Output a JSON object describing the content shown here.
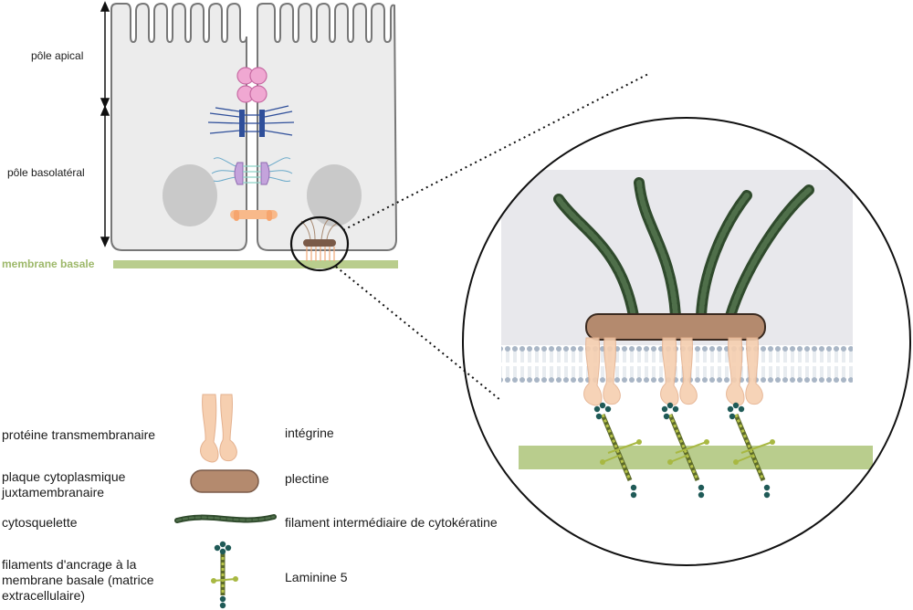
{
  "labels": {
    "apical": "pôle apical",
    "basolateral": "pôle basolatéral",
    "basal_membrane": "membrane basale"
  },
  "legend": [
    {
      "left": "protéine transmembranaire",
      "right": "intégrine",
      "icon": "integrin-icon"
    },
    {
      "left": "plaque cytoplasmique juxtamembranaire",
      "right": "plectine",
      "icon": "plectin-icon"
    },
    {
      "left": "cytosquelette",
      "right": "filament intermédiaire de cytokératine",
      "icon": "keratin-filament-icon"
    },
    {
      "left": "filaments d'ancrage à la membrane basale (matrice extracellulaire)",
      "right": "Laminine 5",
      "icon": "laminin-icon"
    }
  ],
  "colors": {
    "cell_fill": "#ececec",
    "cell_stroke": "#777777",
    "nucleus": "#c9c9c9",
    "basal_membrane": "#b9cd8d",
    "plectin": "#b48a6e",
    "integrin": "#f6cfb0",
    "keratin": "#3d5a38",
    "laminin_node": "#1f5a57",
    "laminin_arm": "#a8b842",
    "tight_junction": "#f0a8d2",
    "desmosome": "#2f4f9a",
    "adherens": "#c4a3dc"
  }
}
